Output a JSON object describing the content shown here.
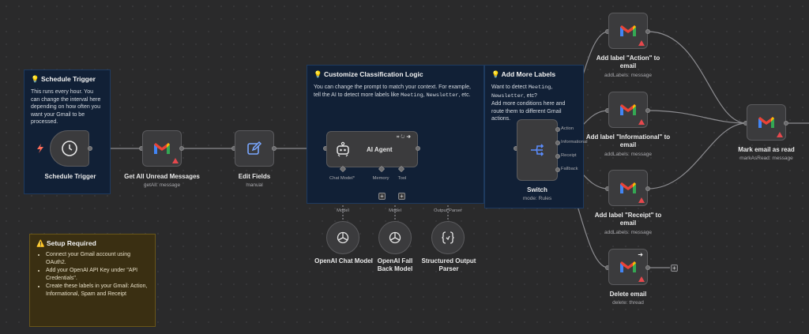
{
  "stickies": {
    "schedule": {
      "title": "💡 Schedule Trigger",
      "body": "This runs every hour. You can change the interval here depending on how often you want your Gmail to be processed."
    },
    "classification": {
      "title": "💡 Customize Classification Logic",
      "body_pre": "You can change the prompt to match your context. For example, tell the AI to detect more labels like ",
      "code1": "Meeting",
      "body_mid": ", ",
      "code2": "Newsletter",
      "body_post": ", etc."
    },
    "labels": {
      "title": "💡 Add More Labels",
      "body_pre": "Want to detect ",
      "code1": "Meeting",
      "body_mid": ", ",
      "code2": "Newsletter",
      "body_post": ", etc?",
      "body2": "Add more conditions here and route them to different Gmail actions."
    },
    "setup": {
      "title": "⚠️ Setup Required",
      "items": [
        "Connect your Gmail account using OAuth2.",
        "Add your OpenAI API Key under \"API Credentials\".",
        "Create these labels in your Gmail: Action, Informational, Spam and Receipt"
      ]
    }
  },
  "nodes": {
    "schedule": {
      "label": "Schedule Trigger"
    },
    "get_all": {
      "label": "Get All Unread Messages",
      "sub": "getAll: message"
    },
    "edit_fields": {
      "label": "Edit Fields",
      "sub": "manual"
    },
    "ai_agent": {
      "label": "AI Agent",
      "port_chat": "Chat Model*",
      "port_memory": "Memory",
      "port_tool": "Tool"
    },
    "openai_chat": {
      "label": "OpenAI Chat Model",
      "port": "Model"
    },
    "openai_fallback": {
      "label": "OpenAI Fall Back Model",
      "port": "Model"
    },
    "parser": {
      "label": "Structured Output Parser",
      "port": "Output Parser"
    },
    "switch": {
      "label": "Switch",
      "sub": "mode: Rules",
      "out_action": "Action",
      "out_info": "Informational",
      "out_receipt": "Receipt",
      "out_fallback": "Fallback"
    },
    "label_action": {
      "label": "Add label \"Action\" to email",
      "sub": "addLabels: message"
    },
    "label_info": {
      "label": "Add label \"Informational\" to email",
      "sub": "addLabels: message"
    },
    "label_receipt": {
      "label": "Add label \"Receipt\" to email",
      "sub": "addLabels: message"
    },
    "delete": {
      "label": "Delete email",
      "sub": "delete: thread"
    },
    "mark_read": {
      "label": "Mark email as read",
      "sub": "markAsRead: message"
    }
  },
  "colors": {
    "gmail_red": "#ea4335",
    "gmail_blue": "#4285f4",
    "gmail_green": "#34a853",
    "gmail_yellow": "#fbbc04",
    "edge": "#8c8c90",
    "warning": "#e5484d",
    "trigger": "#ff6d5a"
  },
  "icons": [
    "clock-icon",
    "gmail-icon",
    "pencil-icon",
    "robot-icon",
    "openai-icon",
    "braces-icon",
    "switch-icon",
    "lightning-icon",
    "arrow-right-icon",
    "warning-icon"
  ]
}
